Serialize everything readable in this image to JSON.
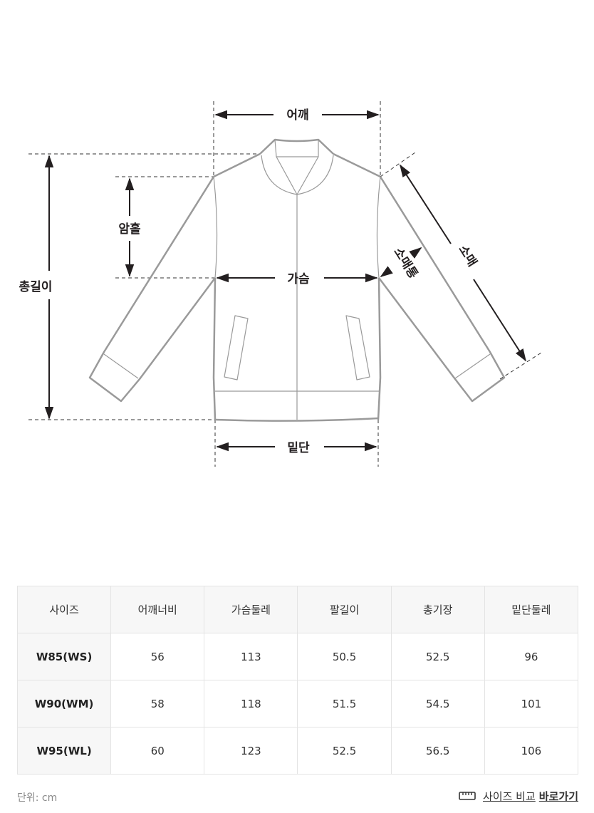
{
  "diagram": {
    "title": "Jacket size measurement diagram",
    "labels": {
      "shoulder": "어깨",
      "armhole": "암홀",
      "total_length": "총길이",
      "chest": "가슴",
      "sleeve_width": "소매통",
      "sleeve": "소매",
      "hem": "밑단"
    },
    "colors": {
      "garment_outline": "#9a9a9a",
      "measure_line": "#231f20",
      "guide_dash": "#333333"
    }
  },
  "size_table": {
    "headers": [
      "사이즈",
      "어깨너비",
      "가슴둘레",
      "팔길이",
      "총기장",
      "밑단둘레"
    ],
    "rows": [
      {
        "size": "W85(WS)",
        "values": [
          "56",
          "113",
          "50.5",
          "52.5",
          "96"
        ]
      },
      {
        "size": "W90(WM)",
        "values": [
          "58",
          "118",
          "51.5",
          "54.5",
          "101"
        ]
      },
      {
        "size": "W95(WL)",
        "values": [
          "60",
          "123",
          "52.5",
          "56.5",
          "106"
        ]
      }
    ],
    "header_bg": "#f7f7f7",
    "border_color": "#e4e4e4"
  },
  "footer": {
    "unit_label": "단위: cm",
    "compare_link": {
      "icon": "ruler-icon",
      "text": "사이즈 비교",
      "bold_text": "바로가기"
    }
  }
}
